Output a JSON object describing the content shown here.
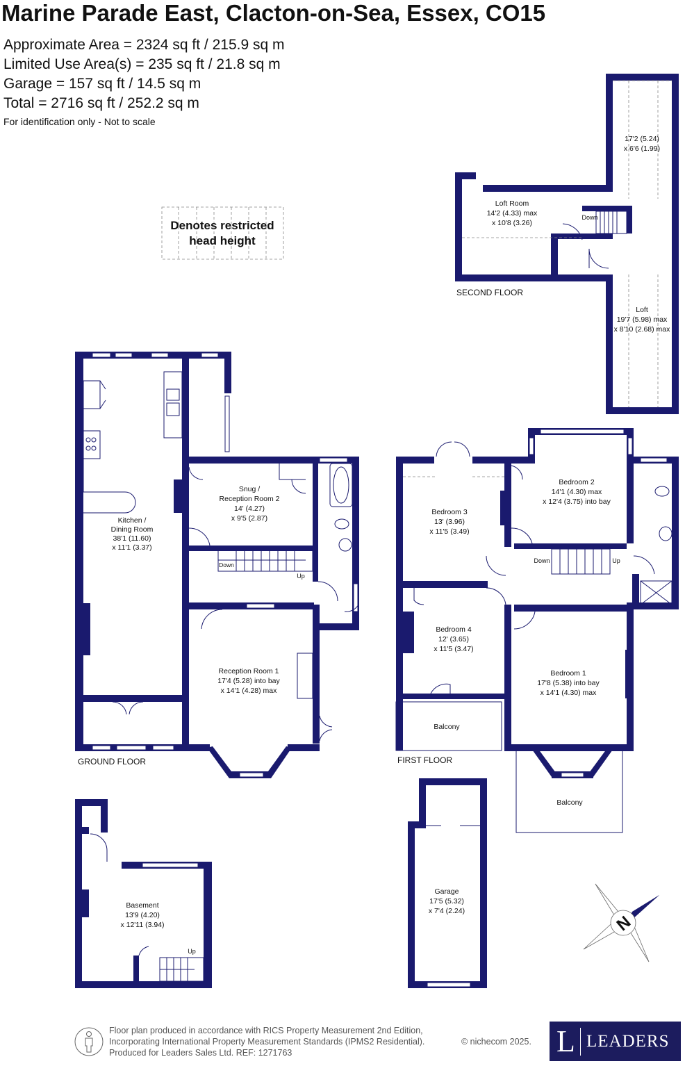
{
  "header": {
    "title": "Marine Parade East, Clacton-on-Sea, Essex, CO15",
    "areas": [
      "Approximate Area = 2324 sq ft / 215.9 sq m",
      "Limited Use Area(s) = 235 sq ft / 21.8 sq m",
      "Garage = 157 sq ft / 14.5 sq m",
      "Total = 2716 sq ft / 252.2 sq m"
    ],
    "note": "For identification only - Not to scale"
  },
  "legend": {
    "line1": "Denotes restricted",
    "line2": "head height"
  },
  "floors": {
    "second": "SECOND FLOOR",
    "ground": "GROUND FLOOR",
    "first": "FIRST FLOOR"
  },
  "rooms": {
    "loft_top": [
      "17'2 (5.24)",
      "x 6'6 (1.99)"
    ],
    "loft_room": [
      "Loft Room",
      "14'2 (4.33) max",
      "x 10'8 (3.26)"
    ],
    "loft": [
      "Loft",
      "19'7 (5.98) max",
      "x 8'10 (2.68) max"
    ],
    "kitchen": [
      "Kitchen /",
      "Dining Room",
      "38'1 (11.60)",
      "x 11'1 (3.37)"
    ],
    "snug": [
      "Snug /",
      "Reception Room 2",
      "14' (4.27)",
      "x 9'5 (2.87)"
    ],
    "reception1": [
      "Reception Room 1",
      "17'4 (5.28) into bay",
      "x 14'1 (4.28) max"
    ],
    "bedroom3": [
      "Bedroom 3",
      "13' (3.96)",
      "x 11'5 (3.49)"
    ],
    "bedroom2": [
      "Bedroom 2",
      "14'1 (4.30) max",
      "x 12'4 (3.75) into bay"
    ],
    "bedroom4": [
      "Bedroom 4",
      "12' (3.65)",
      "x 11'5 (3.47)"
    ],
    "bedroom1": [
      "Bedroom 1",
      "17'8 (5.38) into bay",
      "x 14'1 (4.30) max"
    ],
    "balcony_left": [
      "Balcony"
    ],
    "balcony_right": [
      "Balcony"
    ],
    "basement": [
      "Basement",
      "13'9 (4.20)",
      "x 12'11 (3.94)"
    ],
    "garage": [
      "Garage",
      "17'5 (5.32)",
      "x 7'4 (2.24)"
    ]
  },
  "stairs": {
    "loft_down": "Down",
    "ground_down": "Down",
    "ground_up": "Up",
    "first_down": "Down",
    "first_up": "Up",
    "basement_up": "Up"
  },
  "compass": {
    "letter": "N"
  },
  "footer": {
    "lines": [
      "Floor plan produced in accordance with RICS Property Measurement 2nd Edition,",
      "Incorporating International Property Measurement Standards (IPMS2 Residential).",
      "Produced for Leaders Sales Ltd.   REF:  1271763"
    ],
    "copyright": "© nichecom 2025."
  },
  "logo": {
    "letter": "L",
    "name": "LEADERS"
  },
  "colors": {
    "wall": "#1a1a6e",
    "logo_bg": "#1c1c5e"
  }
}
